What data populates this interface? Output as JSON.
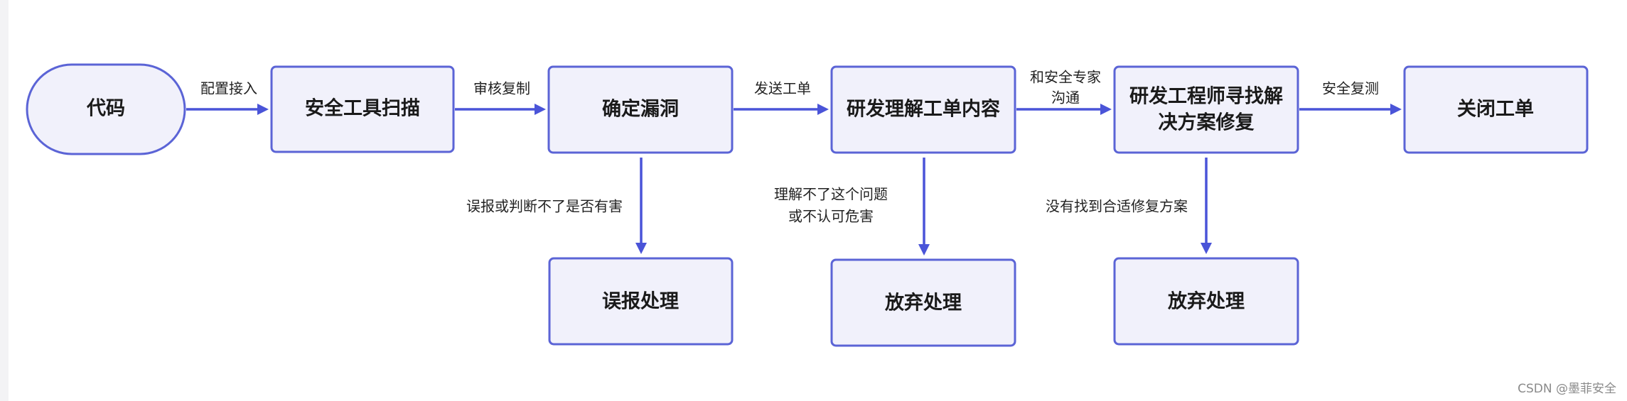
{
  "nodes": {
    "code": "代码",
    "scan": "安全工具扫描",
    "confirm": "确定漏洞",
    "understand": "研发理解工单内容",
    "fix": [
      "研发工程师寻找解",
      "决方案修复"
    ],
    "close": "关闭工单",
    "false_positive": "误报处理",
    "abandon1": "放弃处理",
    "abandon2": "放弃处理"
  },
  "edges": {
    "e1": [
      "配置接入"
    ],
    "e2": [
      "审核复制"
    ],
    "e3": [
      "发送工单"
    ],
    "e4": [
      "和安全专家",
      "沟通"
    ],
    "e5": [
      "安全复测"
    ],
    "d1": [
      "误报或判断不了是否有害"
    ],
    "d2": [
      "理解不了这个问题",
      "或不认可危害"
    ],
    "d3": [
      "没有找到合适修复方案"
    ]
  },
  "watermark": "CSDN @墨菲安全"
}
